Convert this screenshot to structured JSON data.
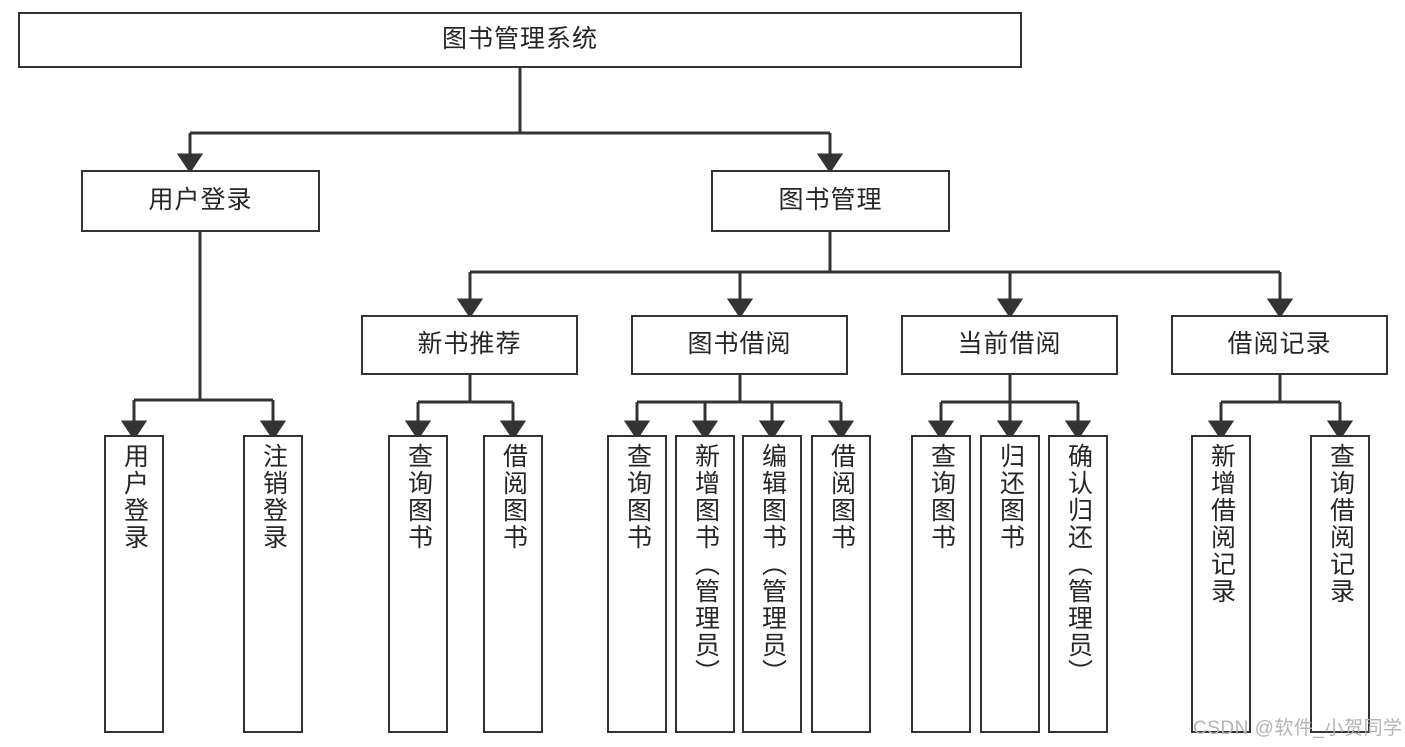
{
  "diagram": {
    "title": "图书管理系统",
    "watermark": "CSDN @软件_小贺同学",
    "line_color": "#333333",
    "text_color": "#262626",
    "background": "#ffffff",
    "root": {
      "label": "图书管理系统"
    },
    "level2": [
      {
        "id": "user-login",
        "label": "用户登录"
      },
      {
        "id": "book-management",
        "label": "图书管理"
      }
    ],
    "level3": [
      {
        "id": "new-book-recommend",
        "label": "新书推荐"
      },
      {
        "id": "book-borrow",
        "label": "图书借阅"
      },
      {
        "id": "current-borrow",
        "label": "当前借阅"
      },
      {
        "id": "borrow-record",
        "label": "借阅记录"
      }
    ],
    "leaves": {
      "user_login": [
        {
          "id": "leaf-user-login",
          "label": "用户登录"
        },
        {
          "id": "leaf-logout-login",
          "label": "注销登录"
        }
      ],
      "new_book_recommend": [
        {
          "id": "leaf-query-book-1",
          "label": "查询图书"
        },
        {
          "id": "leaf-borrow-book-1",
          "label": "借阅图书"
        }
      ],
      "book_borrow": [
        {
          "id": "leaf-query-book-2",
          "label": "查询图书"
        },
        {
          "id": "leaf-add-book",
          "label": "新增图书（管理员）"
        },
        {
          "id": "leaf-edit-book",
          "label": "编辑图书（管理员）"
        },
        {
          "id": "leaf-borrow-book-2",
          "label": "借阅图书"
        }
      ],
      "current_borrow": [
        {
          "id": "leaf-query-book-3",
          "label": "查询图书"
        },
        {
          "id": "leaf-return-book",
          "label": "归还图书"
        },
        {
          "id": "leaf-confirm-return",
          "label": "确认归还（管理员）"
        }
      ],
      "borrow_record": [
        {
          "id": "leaf-add-record",
          "label": "新增借阅记录"
        },
        {
          "id": "leaf-query-record",
          "label": "查询借阅记录"
        }
      ]
    }
  }
}
